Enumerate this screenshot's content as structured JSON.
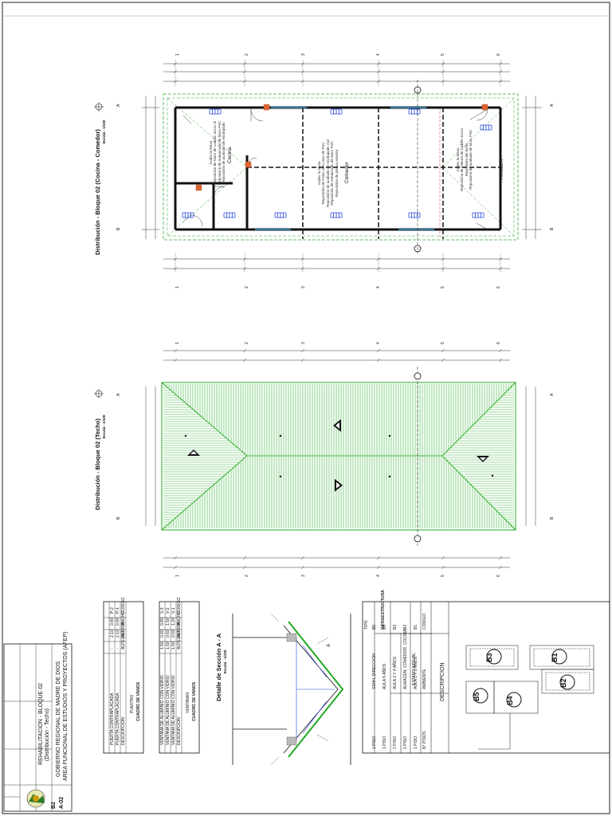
{
  "plan_floor": {
    "title": "Distribución - Bloque 02 (Cocina - Comedor)",
    "scale": "Escala - 1/100",
    "axis_numbers": [
      "1",
      "2",
      "3",
      "4",
      "5",
      "6"
    ],
    "axis_letters": [
      "A",
      "B"
    ],
    "rooms": [
      {
        "name": "Cocina",
        "notes": [
          "Acabo la Mesa",
          "Reposición de Muro de Ladrillo 4x1x1 el",
          "Reposición de enmarcado de Muro PVC",
          "Reposición de acabado de enchapado"
        ]
      },
      {
        "name": "Comedor",
        "notes": [
          "Acabo la Mesa",
          "Reposición de Falso cielo raso de PVC",
          "Reposición de acabado de enchapado 2x2",
          "Reposición de enmarcado de Muro PVC",
          "Reposición de pintura exterior"
        ]
      },
      {
        "name": "Almacén",
        "notes": [
          "Acabo la Mesa",
          "Reposición de Pintura de Ladrillo 4x1x1",
          "Reposición del techo",
          "Reposición de acabado de Muro PVC"
        ]
      }
    ]
  },
  "plan_roof": {
    "title": "Distribución - Bloque 02 (Techo)",
    "scale": "Escala - 1/100",
    "axis_numbers": [
      "1",
      "2",
      "3",
      "4",
      "5",
      "6"
    ],
    "axis_letters": [
      "A",
      "B"
    ]
  },
  "section": {
    "title": "Detalle de Sección A - A",
    "scale": "Escala - 1/100",
    "label_a": "A"
  },
  "table_doors": {
    "title": "CUADRO DE VANOS",
    "subtitle": "PUERTAS",
    "headers": [
      "CODIGO",
      "ANCHO",
      "ALTURA",
      "ALFEIZAR",
      "DESCRIPCION"
    ],
    "rows": [
      [
        "P-1",
        "0.90",
        "2.10",
        "-",
        "PUERTA CONTRAPLACADA"
      ],
      [
        "P-2",
        "0.80",
        "2.10",
        "-",
        "PUERTA CONTRAPLACADA"
      ]
    ]
  },
  "table_windows": {
    "title": "CUADRO DE VANOS",
    "subtitle": "VENTANAS",
    "headers": [
      "CODIGO",
      "ANCHO",
      "ALTURA",
      "ALFEIZAR",
      "DESCRIPCION"
    ],
    "rows": [
      [
        "V-1",
        "1.20",
        "0.60",
        "1.50",
        "VENTANA DE ALUMINIO CON VIDRIO"
      ],
      [
        "V-2",
        "1.50",
        "0.60",
        "1.50",
        "VENTANA DE ALUMINIO CON VIDRIO"
      ],
      [
        "V-3",
        "0.80",
        "0.60",
        "1.50",
        "VENTANA DE ALUMINIO CON VIDRIO"
      ]
    ]
  },
  "table_infra": {
    "col_tipo": "TIPO",
    "col_codigo": "CODIGO",
    "col_ambiente": "AMBIENTE",
    "col_pisos": "N° PISOS",
    "header_descripcion": "DESCRIPCION",
    "category": "INFRAESTRUCTURA",
    "subheader": "ESTADO ACTUAL",
    "rows": [
      {
        "code": "B1",
        "name": "AULA 1 Y 2 AÑOS",
        "floors": "1 PISO"
      },
      {
        "code": "B2",
        "name": "ALMACEN, COMEDOR, COCINA",
        "floors": "1 PISO"
      },
      {
        "code": "B3",
        "name": "AULA 3 Y 4 AÑOS",
        "floors": "1 PISO"
      },
      {
        "code": "B4",
        "name": "AULA 5 AÑOS",
        "floors": "1 PISO"
      },
      {
        "code": "B5",
        "name": "SSHH, DIRECCION",
        "floors": "1 PISO"
      }
    ]
  },
  "site_plan": {
    "blocks": [
      "B1",
      "B2",
      "B3",
      "B4",
      "B5"
    ]
  },
  "title_block": {
    "org_line1": "GOBIERNO REGIONAL DE MADRE DE DIOS",
    "org_line2": "AREA FUNCIONAL DE ESTUDIOS Y PROYECTOS (AFEP)",
    "project": "REHABILITACION - BLOQUE 02",
    "drawing": "(Distribución - Techo)",
    "sheet": "A-02",
    "sheet_prefix": "B2"
  }
}
